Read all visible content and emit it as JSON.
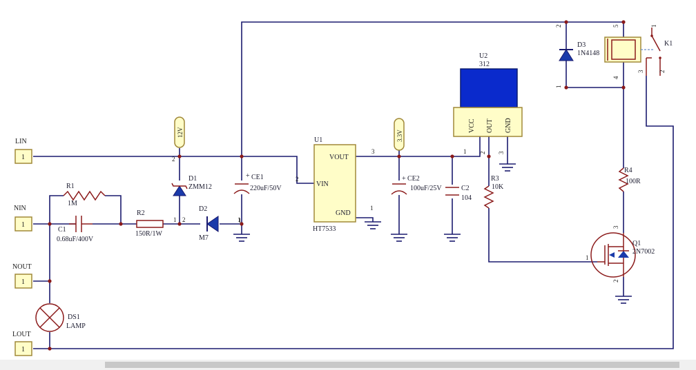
{
  "ports": {
    "lin": {
      "name": "LIN",
      "pin": "1"
    },
    "nin": {
      "name": "NIN",
      "pin": "1"
    },
    "nout": {
      "name": "NOUT",
      "pin": "1"
    },
    "lout": {
      "name": "LOUT",
      "pin": "1"
    }
  },
  "components": {
    "r1": {
      "ref": "R1",
      "value": "1M"
    },
    "c1": {
      "ref": "C1",
      "value": "0.68uF/400V"
    },
    "r2": {
      "ref": "R2",
      "value": "150R/1W"
    },
    "d1": {
      "ref": "D1",
      "value": "ZMM12",
      "pin1": "1",
      "pin2": "2"
    },
    "d2": {
      "ref": "D2",
      "value": "M7",
      "pin1": "1",
      "pin2": "2"
    },
    "ce1": {
      "ref": "CE1",
      "value": "220uF/50V",
      "pin": "1"
    },
    "u1": {
      "ref": "U1",
      "value": "HT7533",
      "vin": "VIN",
      "vout": "VOUT",
      "gnd": "GND",
      "pin_vin": "2",
      "pin_vout": "3",
      "pin_gnd": "1"
    },
    "ce2": {
      "ref": "CE2",
      "value": "100uF/25V"
    },
    "c2": {
      "ref": "C2",
      "value": "104"
    },
    "u2": {
      "ref": "U2",
      "value": "312",
      "vcc": "VCC",
      "out": "OUT",
      "gnd": "GND",
      "pin_vcc": "1",
      "pin_out": "2",
      "pin_gnd": "3"
    },
    "r3": {
      "ref": "R3",
      "value": "10K"
    },
    "r4": {
      "ref": "R4",
      "value": "100R"
    },
    "d3": {
      "ref": "D3",
      "value": "1N4148",
      "pin1": "1",
      "pin2": "2"
    },
    "k1": {
      "ref": "K1",
      "p1": "1",
      "p2": "2",
      "p3": "3",
      "p4": "4",
      "p5": "5"
    },
    "q1": {
      "ref": "Q1",
      "value": "2N7002",
      "p1": "1",
      "p2": "2",
      "p3": "3"
    },
    "ds1": {
      "ref": "DS1",
      "value": "LAMP"
    }
  },
  "net_labels": {
    "v12": "12V",
    "v33": "3.3V"
  },
  "polarity": "+",
  "colors": {
    "wire": "#1a1a6e",
    "component": "#8b1a1a",
    "port_fill": "#fffdc8",
    "port_stroke": "#a08838",
    "ic_fill": "#fffdc8",
    "sensor_fill": "#0a2acc"
  }
}
